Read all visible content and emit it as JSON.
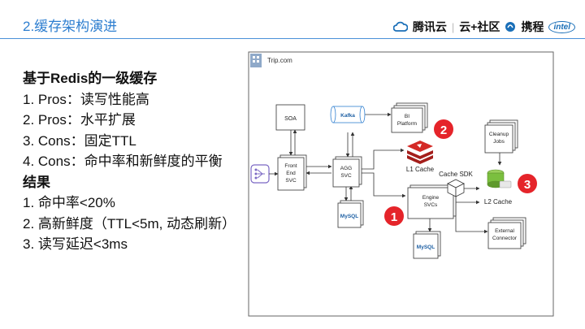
{
  "slide_title": "2.缓存架构演进",
  "logos": {
    "tencent": "腾讯云",
    "separator": "|",
    "community": "云+社区",
    "ctrip": "携程",
    "intel": "intel"
  },
  "content": {
    "heading1": "基于Redis的一级缓存",
    "items": [
      "1.  Pros：读写性能高",
      "2.  Pros：水平扩展",
      "3.  Cons：固定TTL",
      "4.  Cons：命中率和新鲜度的平衡"
    ],
    "heading2": "结果",
    "results": [
      "1.  命中率<20%",
      "2.  高新鲜度（TTL<5m, 动态刷新）",
      "3.  读写延迟<3ms"
    ]
  },
  "diagram": {
    "site_label": "Trip.com",
    "soa": "SOA",
    "kafka": "Kafka",
    "bi": [
      "BI",
      "Platform"
    ],
    "frontend": [
      "Front",
      "End",
      "SVC"
    ],
    "agg": [
      "AGG",
      "SVC"
    ],
    "mysql": "MySQL",
    "l1cache": "L1 Cache",
    "cache_sdk": "Cache SDK",
    "engine": [
      "Engine",
      "SVCs"
    ],
    "cleanup": [
      "Cleanup",
      "Jobs"
    ],
    "l2cache": "L2 Cache",
    "external": [
      "External",
      "Connector"
    ],
    "badges": [
      "1",
      "2",
      "3"
    ],
    "colors": {
      "badge": "#e5242a",
      "redis": "#d42a26",
      "accent": "#2f7fd0",
      "ssd": "#7bbf3f"
    }
  }
}
